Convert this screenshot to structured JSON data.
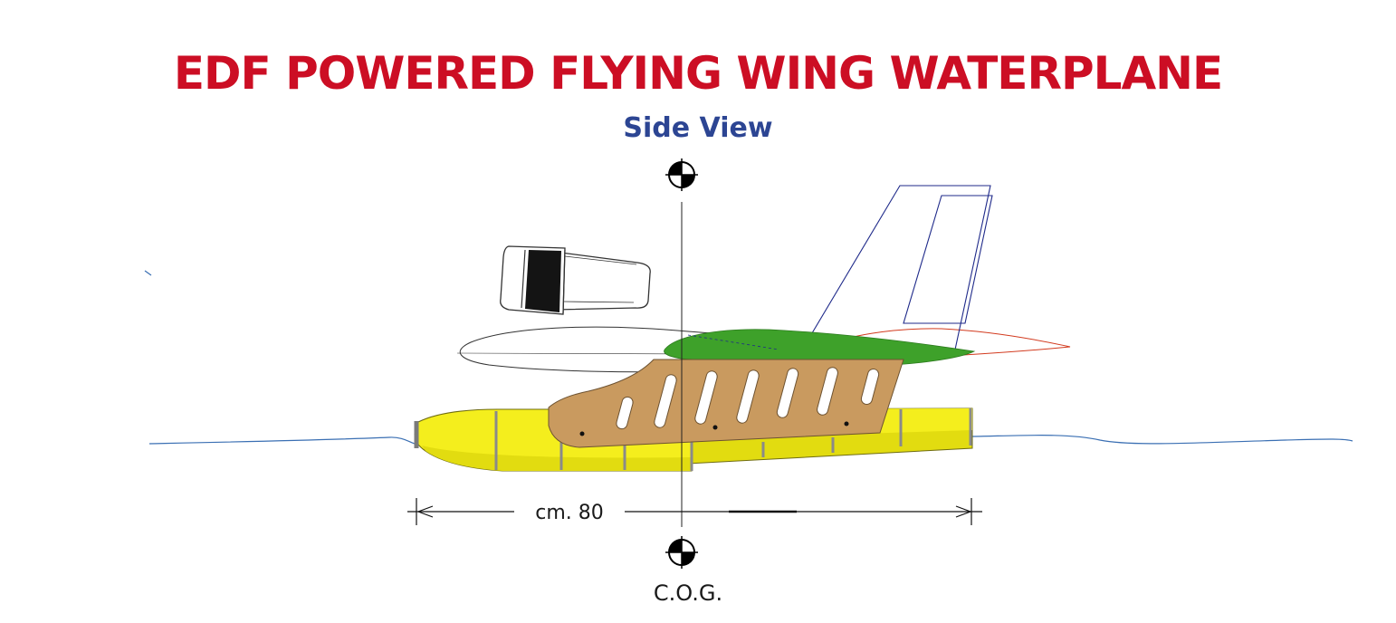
{
  "title": "EDF POWERED FLYING WING WATERPLANE",
  "subtitle": "Side View",
  "dimension": {
    "label": "cm. 80"
  },
  "cog": {
    "label": "C.O.G."
  },
  "colors": {
    "title": "#cc0e24",
    "subtitle": "#2c4593",
    "water": "#3a6fb3",
    "hull": "#f4ee1d",
    "hull_lower": "#e2dc10",
    "pylon": "#c99a5f",
    "wing": "#3ea12a",
    "fin": "#1f2a8a",
    "airfoil_ghost": "#d23a1e",
    "outline": "#333333"
  },
  "icons": [
    "cog-marker-icon",
    "dimension-arrow-icon"
  ]
}
